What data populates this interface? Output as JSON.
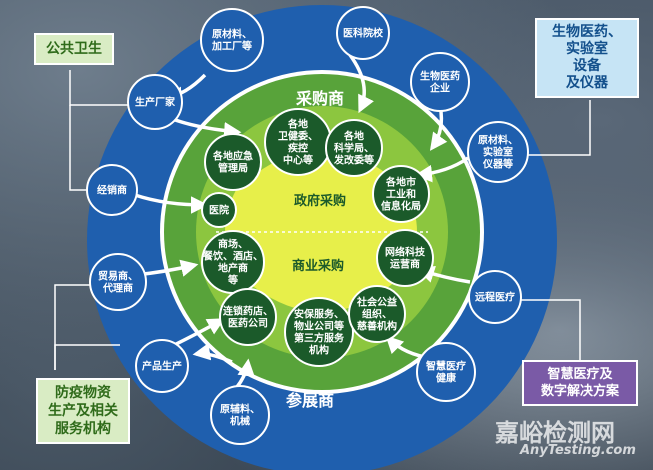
{
  "labels": {
    "outer_top": "采购商",
    "outer_bottom": "参展商",
    "gov": "政府采购",
    "biz": "商业采购"
  },
  "outer_nodes": {
    "raw_processing": [
      "原材料、",
      "加工厂等"
    ],
    "medical_school": [
      "医科院校"
    ],
    "manufacturer": [
      "生产厂家"
    ],
    "distributor": [
      "经销商"
    ],
    "trade_agent": [
      "贸易商、",
      "代理商"
    ],
    "bio_pharma_company": [
      "生物医药",
      "企业"
    ],
    "raw_lab_instrument": [
      "原材料、",
      "实验室",
      "仪器等"
    ],
    "remote_medical": [
      "远程医疗"
    ],
    "smart_medical": [
      "智慧医疗",
      "健康"
    ],
    "product_production": [
      "产品生产"
    ],
    "auxiliary_machinery": [
      "原辅料、",
      "机械"
    ]
  },
  "inner_nodes": {
    "health_commission": [
      "各地",
      "卫健委、",
      "疾控",
      "中心等"
    ],
    "science_bureau": [
      "各地",
      "科学局、",
      "发改委等"
    ],
    "emergency_bureau": [
      "各地应急",
      "管理局"
    ],
    "industry_bureau": [
      "各地市",
      "工业和",
      "信息化局"
    ],
    "hospital": [
      "医院"
    ],
    "malls_hotels": [
      "商场、",
      "餐饮、酒店、",
      "地产商",
      "等"
    ],
    "network_operator": [
      "网络科技",
      "运营商"
    ],
    "pharmacy_chain": [
      "连锁药店、",
      "医药公司"
    ],
    "security_property": [
      "安保服务、",
      "物业公司等",
      "第三方服务",
      "机构"
    ],
    "charity_org": [
      "社会公益",
      "组织、",
      "慈善机构"
    ]
  },
  "side_boxes": {
    "public_health": [
      "公共卫生"
    ],
    "bio_lab": [
      "生物医药、",
      "实验室",
      "设备",
      "及仪器"
    ],
    "epidemic": [
      "防疫物资",
      "生产及相关",
      "服务机构"
    ],
    "smart_solution": [
      "智慧医疗及",
      "数字解决方案"
    ]
  },
  "watermark": {
    "cn": "嘉峪检测网",
    "en": "AnyTesting.com"
  },
  "colors": {
    "outer_ring": "#1f5fae",
    "middle_ring": "#58a33a",
    "inner_disk": "#8cc63f",
    "center_disk": "#e7ef4a",
    "node_dark": "#1b5a2a",
    "node_blue": "#1f5fae"
  }
}
